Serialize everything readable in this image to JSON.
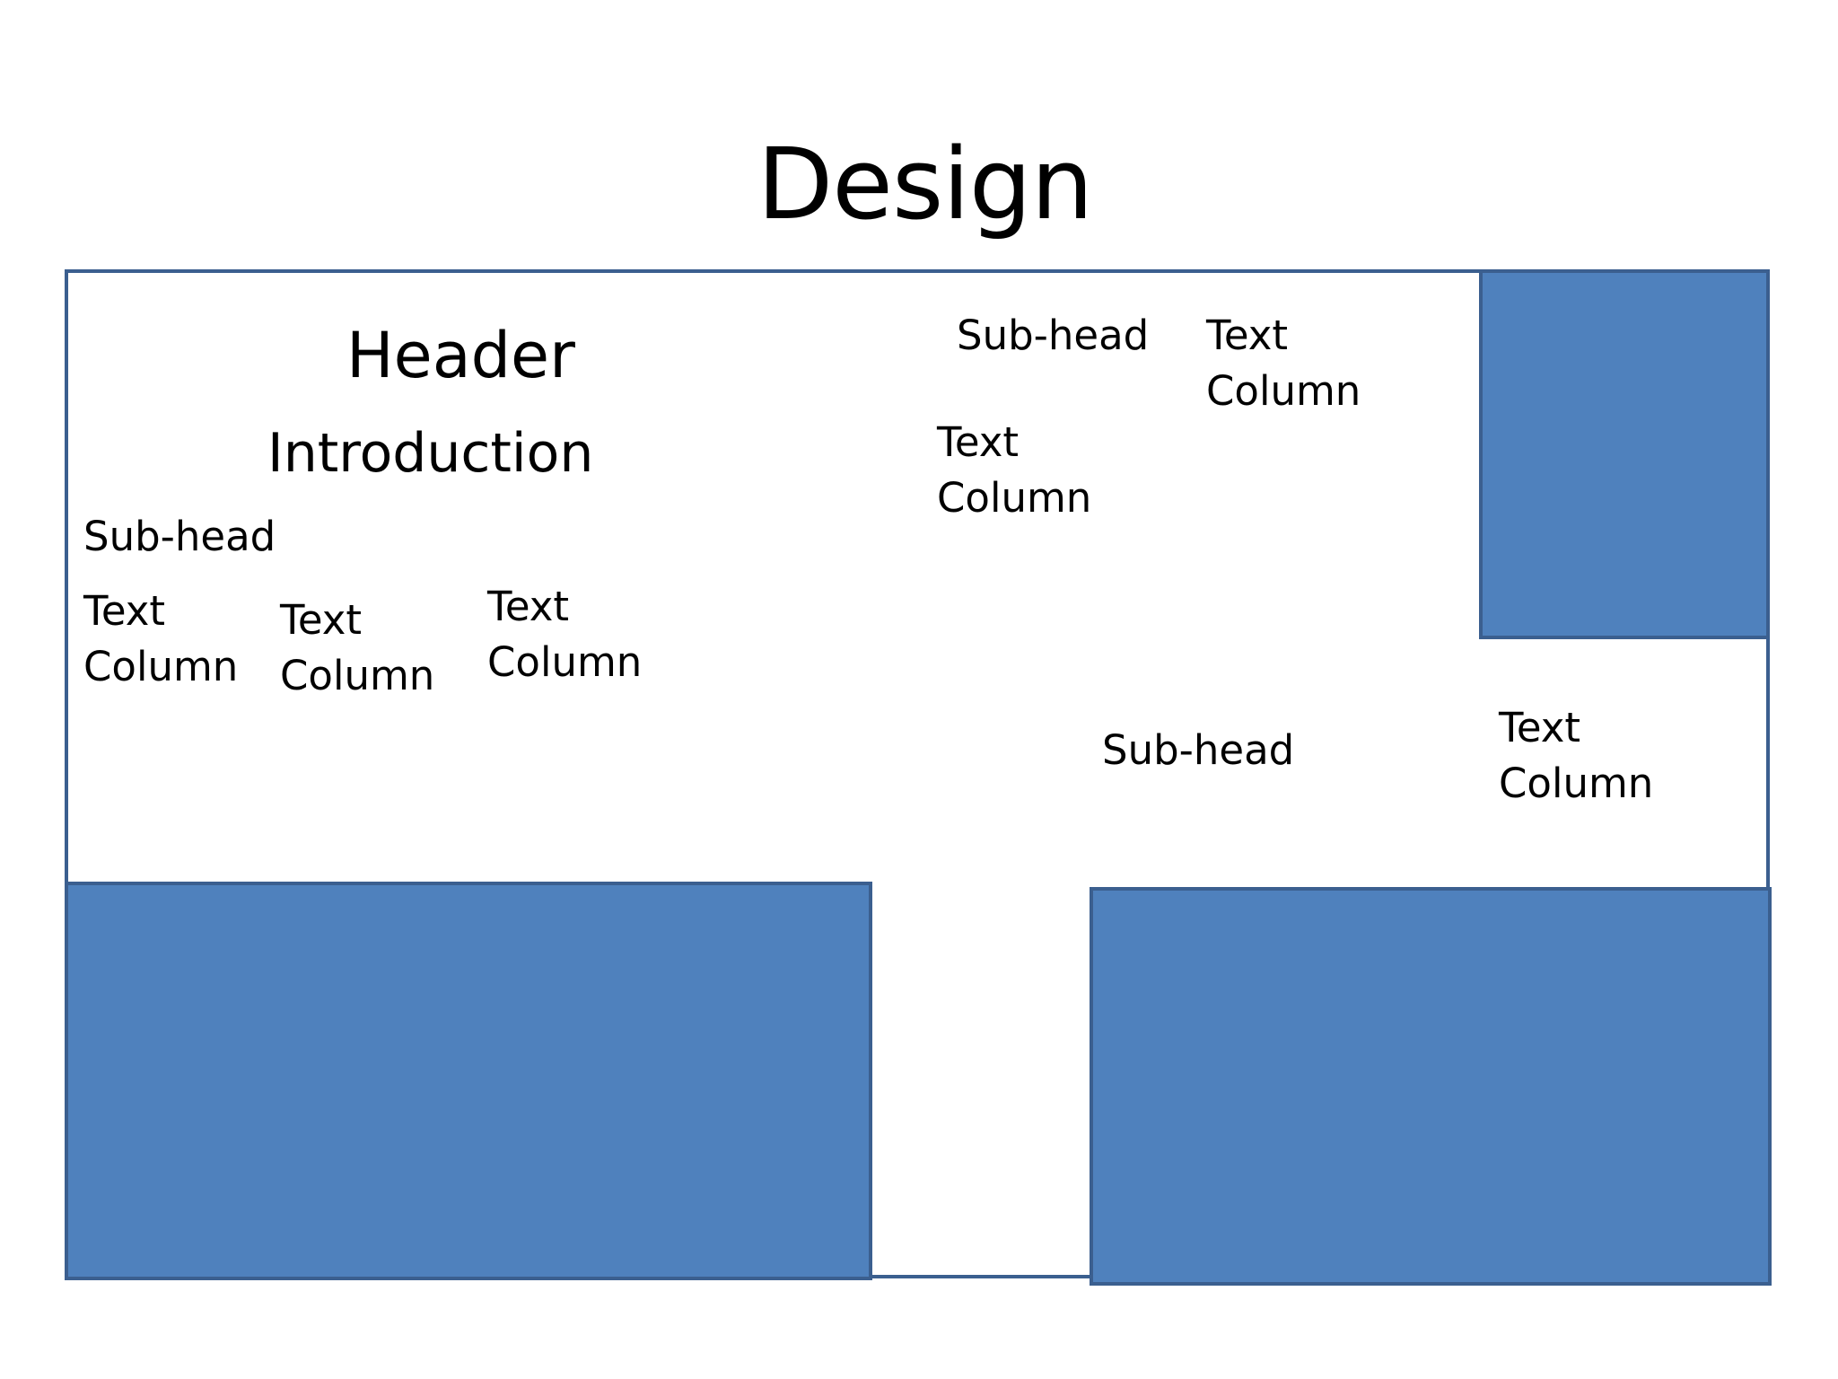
{
  "title": "Design",
  "layout": {
    "header": "Header",
    "introduction": "Introduction",
    "left_subhead": "Sub-head",
    "left_columns": [
      {
        "line1": "Text",
        "line2": "Column"
      },
      {
        "line1": "Text",
        "line2": "Column"
      },
      {
        "line1": "Text",
        "line2": "Column"
      }
    ],
    "top_middle_subhead": "Sub-head",
    "top_middle_column": {
      "line1": "Text",
      "line2": "Column"
    },
    "top_right_column": {
      "line1": "Text",
      "line2": "Column"
    },
    "bottom_right_subhead": "Sub-head",
    "bottom_right_column": {
      "line1": "Text",
      "line2": "Column"
    }
  },
  "colors": {
    "block_fill": "#4f81bd",
    "border": "#3b5f8f"
  }
}
